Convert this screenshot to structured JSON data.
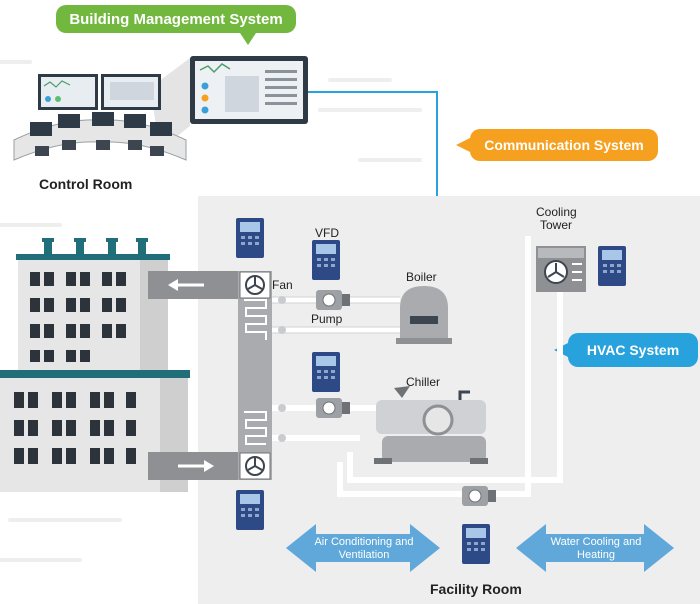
{
  "labels": {
    "bms": "Building Management System",
    "control_room": "Control Room",
    "communication": "Communication System",
    "vfd": "VFD",
    "fan": "Fan",
    "pump": "Pump",
    "boiler": "Boiler",
    "cooling_tower_1": "Cooling",
    "cooling_tower_2": "Tower",
    "hvac": "HVAC System",
    "chiller": "Chiller",
    "aircon_1": "Air Conditioning and",
    "aircon_2": "Ventilation",
    "water_1": "Water Cooling and",
    "water_2": "Heating",
    "facility_room": "Facility Room"
  },
  "colors": {
    "bms_green": "#72b83f",
    "comm_orange": "#f6a020",
    "hvac_blue": "#27a2dc",
    "flow_arrow_blue": "#5fa8d9",
    "vfd_navy": "#2d4a86",
    "facility_bg": "#eeeeee",
    "building_gray": "#e6e6e6",
    "building_roof": "#1f6e7a"
  }
}
